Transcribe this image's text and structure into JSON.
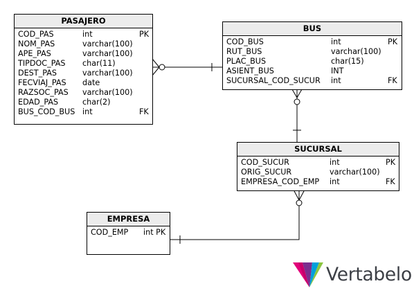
{
  "entities": {
    "pasajero": {
      "name": "PASAJERO",
      "columns": [
        {
          "name": "COD_PAS",
          "type": "int",
          "key": "PK"
        },
        {
          "name": "NOM_PAS",
          "type": "varchar(100)",
          "key": ""
        },
        {
          "name": "APE_PAS",
          "type": "varchar(100)",
          "key": ""
        },
        {
          "name": "TIPDOC_PAS",
          "type": "char(11)",
          "key": ""
        },
        {
          "name": "DEST_PAS",
          "type": "varchar(100)",
          "key": ""
        },
        {
          "name": "FECVIAJ_PAS",
          "type": "date",
          "key": ""
        },
        {
          "name": "RAZSOC_PAS",
          "type": "varchar(100)",
          "key": ""
        },
        {
          "name": "EDAD_PAS",
          "type": "char(2)",
          "key": ""
        },
        {
          "name": "BUS_COD_BUS",
          "type": "int",
          "key": "FK"
        }
      ]
    },
    "bus": {
      "name": "BUS",
      "columns": [
        {
          "name": "COD_BUS",
          "type": "int",
          "key": "PK"
        },
        {
          "name": "RUT_BUS",
          "type": "varchar(100)",
          "key": ""
        },
        {
          "name": "PLAC_BUS",
          "type": "char(15)",
          "key": ""
        },
        {
          "name": "ASIENT_BUS",
          "type": "INT",
          "key": ""
        },
        {
          "name": "SUCURSAL_COD_SUCUR",
          "type": "int",
          "key": "FK"
        }
      ]
    },
    "sucursal": {
      "name": "SUCURSAL",
      "columns": [
        {
          "name": "COD_SUCUR",
          "type": "int",
          "key": "PK"
        },
        {
          "name": "ORIG_SUCUR",
          "type": "varchar(100)",
          "key": ""
        },
        {
          "name": "EMPRESA_COD_EMP",
          "type": "int",
          "key": "FK"
        }
      ]
    },
    "empresa": {
      "name": "EMPRESA",
      "columns": [
        {
          "name": "COD_EMP",
          "type": "int PK",
          "key": ""
        }
      ]
    }
  },
  "branding": {
    "logo_text": "Vertabelo",
    "logo_colors": [
      "#e2007a",
      "#7b2d8e",
      "#00a0dc",
      "#8cc63f"
    ]
  }
}
